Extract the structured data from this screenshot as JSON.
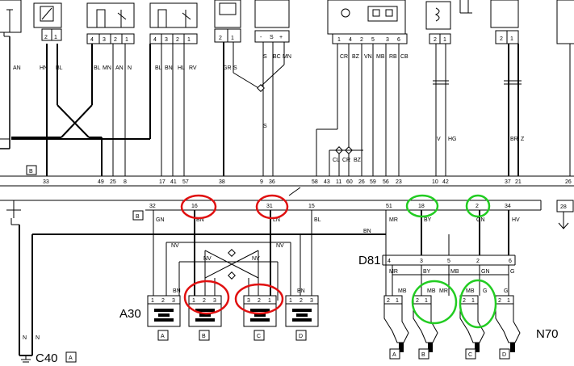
{
  "connector_top": {
    "c1": {
      "pins": [
        "2",
        "1"
      ],
      "wires": [
        "HN",
        "BL"
      ]
    },
    "c2": {
      "pins": [
        "4",
        "3",
        "2",
        "1"
      ],
      "wires": [
        "BL",
        "MN",
        "AN",
        "N"
      ]
    },
    "c3": {
      "pins": [
        "4",
        "3",
        "2",
        "1"
      ],
      "wires": [
        "BL",
        "BN",
        "HL",
        "RV"
      ]
    },
    "c4": {
      "pins": [
        "2",
        "1"
      ],
      "wires": [
        "GR",
        "S"
      ]
    },
    "c5": {
      "pins": [
        "-",
        "S",
        "+"
      ],
      "wires": [
        "S",
        "BC",
        "MN"
      ]
    },
    "c6": {
      "pins": [
        "1",
        "4",
        "2",
        "5",
        "3",
        "6"
      ],
      "wires": [
        "CR",
        "BZ",
        "VN",
        "MB",
        "RB",
        "CB"
      ]
    },
    "c7": {
      "pins": [
        "2",
        "1"
      ],
      "wires": [
        "V",
        "HG"
      ]
    },
    "c8": {
      "pins": [
        "2",
        "1"
      ],
      "wires": [
        "BR",
        "Z"
      ]
    },
    "left_wire": "AN"
  },
  "upper_bus": {
    "label": "B",
    "pins": [
      "33",
      "49",
      "25",
      "8",
      "17",
      "41",
      "57",
      "38",
      "9",
      "36",
      "58",
      "43",
      "11",
      "60",
      "26",
      "59",
      "56",
      "23",
      "10",
      "42",
      "37",
      "21",
      "26"
    ],
    "split_wires": [
      "CL",
      "CR",
      "BZ"
    ],
    "lower_wires": [
      "S",
      "S"
    ]
  },
  "lower_bus": {
    "label": "B",
    "pins": [
      "32",
      "16",
      "31",
      "15",
      "51",
      "18",
      "2",
      "34",
      "28"
    ],
    "wires": [
      "GN",
      "BN",
      "LN",
      "BL",
      "MR",
      "BY",
      "GN",
      "HV"
    ]
  },
  "a30": {
    "label": "A30",
    "wires": {
      "nv1": "NV",
      "nv2": "NV",
      "nv3": "NV",
      "nv4": "NV",
      "bn": "BN"
    },
    "units": [
      {
        "id": "A",
        "pins": [
          "1",
          "2",
          "3"
        ],
        "wire": "BN"
      },
      {
        "id": "B",
        "pins": [
          "1",
          "2",
          "3"
        ],
        "wire": ""
      },
      {
        "id": "C",
        "pins": [
          "3",
          "2",
          "1"
        ],
        "wire": ""
      },
      {
        "id": "D",
        "pins": [
          "1",
          "2",
          "3"
        ],
        "wire": "BN"
      }
    ]
  },
  "d81": {
    "label": "D81",
    "pins": [
      "4",
      "3",
      "5",
      "2",
      "6"
    ],
    "wires": [
      "MR",
      "BY",
      "MB",
      "GN",
      "G"
    ],
    "bn_wire": "BN"
  },
  "n70": {
    "label": "N70",
    "units": [
      {
        "id": "A",
        "pins": [
          "2",
          "1"
        ],
        "wire": "MB"
      },
      {
        "id": "B",
        "pins": [
          "2",
          "1"
        ],
        "wire": "MB"
      },
      {
        "id": "C",
        "pins": [
          "2",
          "1"
        ],
        "wire": "MB"
      },
      {
        "id": "D",
        "pins": [
          "2",
          "1"
        ],
        "wire": "G"
      }
    ],
    "sub_wires": [
      "MR",
      "BY",
      "G"
    ]
  },
  "ground": {
    "label": "C40",
    "sub": "A",
    "wires": [
      "N",
      "N"
    ]
  },
  "highlight_colors": {
    "red": "#e01010",
    "green": "#22cc22"
  }
}
